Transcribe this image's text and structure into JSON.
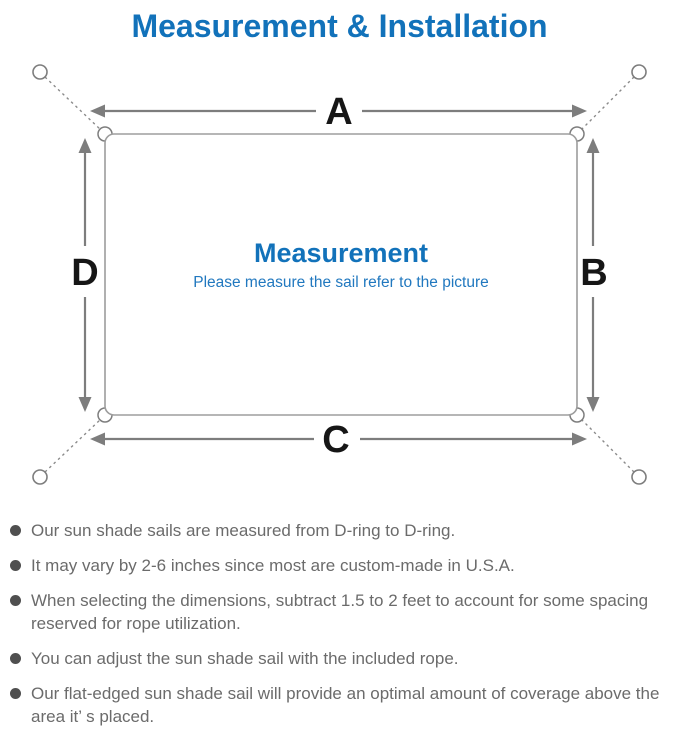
{
  "colors": {
    "accent_blue": "#1272ba",
    "subtitle_blue": "#2178bf",
    "diagram_grey": "#7d7d7d",
    "outline_grey": "#9d9d9d",
    "dash_grey": "#8a8a8a",
    "label_black": "#161616",
    "note_text_grey": "#6b6b6b",
    "bullet_grey": "#4f4f4f"
  },
  "header": {
    "title": "Measurement & Installation"
  },
  "diagram": {
    "dimension_labels": {
      "top": "A",
      "right": "B",
      "bottom": "C",
      "left": "D"
    },
    "center": {
      "heading": "Measurement",
      "subheading": "Please measure the sail refer to the picture"
    }
  },
  "notes": {
    "items": [
      "Our sun shade sails are measured from D-ring to D-ring.",
      "It may vary by 2-6 inches since most are custom-made in U.S.A.",
      "When selecting the dimensions, subtract 1.5 to 2 feet to account for some spacing reserved for rope utilization.",
      "You can adjust the sun shade sail with the included rope.",
      "Our flat-edged sun shade sail will provide an optimal amount of coverage above the area it’ s placed."
    ]
  }
}
